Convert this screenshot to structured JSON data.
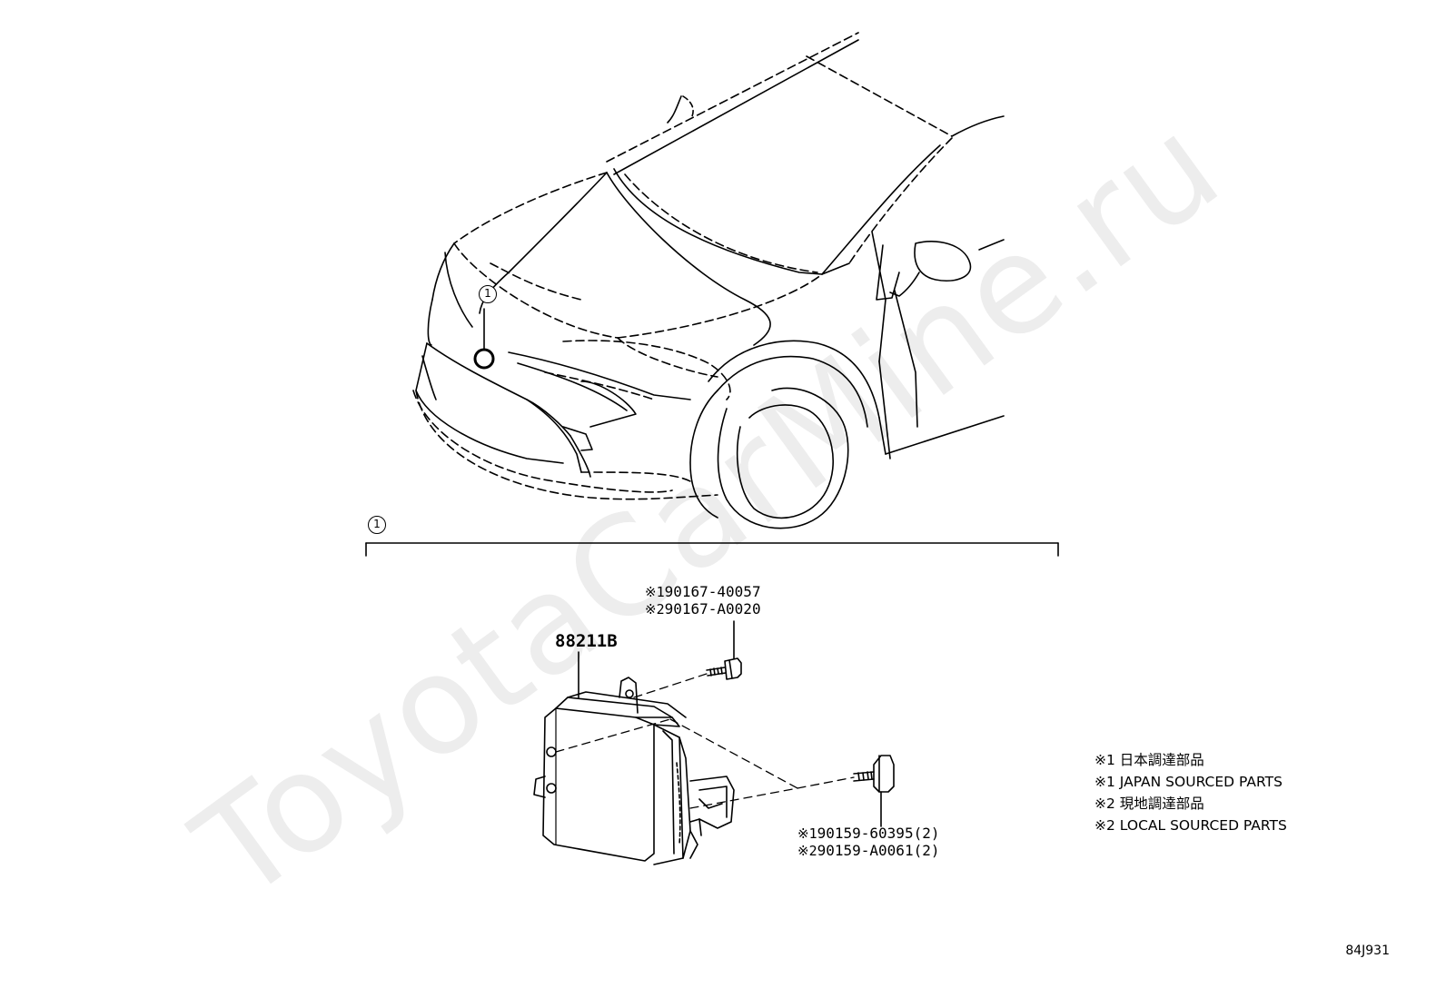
{
  "watermark": "ToyotaCarMine.ru",
  "callout_number": "1",
  "parts": {
    "main_unit": "88211B",
    "screw_top": {
      "line1_mark": "※1",
      "line1_number": "90167-40057",
      "line2_mark": "※2",
      "line2_number": "90167-A0020"
    },
    "bolt_bottom": {
      "line1_mark": "※1",
      "line1_number": "90159-60395(2)",
      "line2_mark": "※2",
      "line2_number": "90159-A0061(2)"
    }
  },
  "legend": [
    {
      "mark": "※1",
      "text": "日本調達部品"
    },
    {
      "mark": "※1",
      "text": "JAPAN SOURCED PARTS"
    },
    {
      "mark": "※2",
      "text": "現地調達部品"
    },
    {
      "mark": "※2",
      "text": "LOCAL SOURCED PARTS"
    }
  ],
  "diagram_code": "84J931"
}
